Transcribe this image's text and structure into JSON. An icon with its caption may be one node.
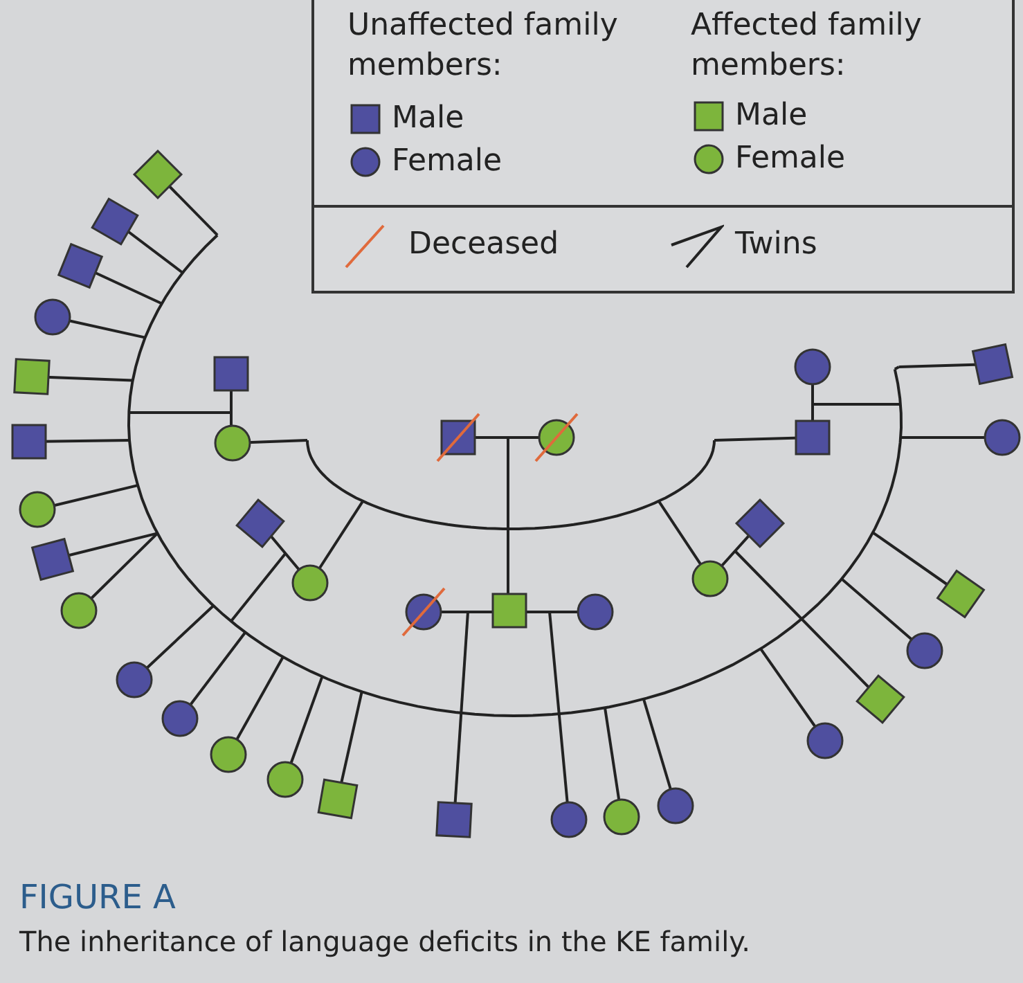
{
  "diagram": {
    "title": "FIGURE A",
    "caption": "The inheritance of language deficits in the KE family.",
    "labels": [
      "Unaffected family members:",
      "Affected family members:"
    ],
    "legend": [
      {
        "text": "Male",
        "color": "#4f4f9f"
      },
      {
        "text": "Female",
        "color": "#4f4f9f"
      },
      {
        "text": "Male",
        "color": "#7db53c"
      },
      {
        "text": "Female",
        "color": "#7db53c"
      },
      {
        "text": "Deceased"
      },
      {
        "text": "Twins"
      }
    ]
  }
}
